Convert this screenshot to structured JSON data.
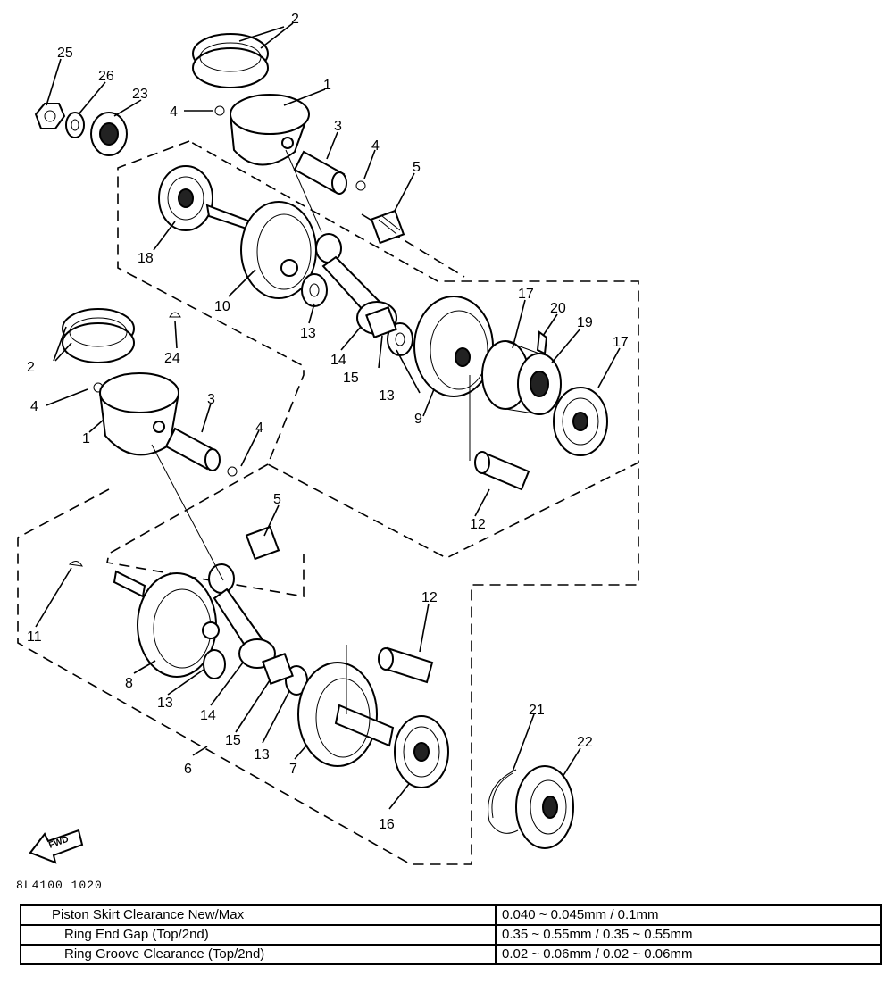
{
  "callouts": [
    {
      "id": "c2a",
      "text": "2"
    },
    {
      "id": "c25",
      "text": "25"
    },
    {
      "id": "c26",
      "text": "26"
    },
    {
      "id": "c23",
      "text": "23"
    },
    {
      "id": "c1a",
      "text": "1"
    },
    {
      "id": "c4a",
      "text": "4"
    },
    {
      "id": "c3a",
      "text": "3"
    },
    {
      "id": "c4b",
      "text": "4"
    },
    {
      "id": "c5a",
      "text": "5"
    },
    {
      "id": "c18",
      "text": "18"
    },
    {
      "id": "c10",
      "text": "10"
    },
    {
      "id": "c13a",
      "text": "13"
    },
    {
      "id": "c17a",
      "text": "17"
    },
    {
      "id": "c20",
      "text": "20"
    },
    {
      "id": "c19",
      "text": "19"
    },
    {
      "id": "c17b",
      "text": "17"
    },
    {
      "id": "c24",
      "text": "24"
    },
    {
      "id": "c14a",
      "text": "14"
    },
    {
      "id": "c15a",
      "text": "15"
    },
    {
      "id": "c13b",
      "text": "13"
    },
    {
      "id": "c9",
      "text": "9"
    },
    {
      "id": "c2b",
      "text": "2"
    },
    {
      "id": "c4c",
      "text": "4"
    },
    {
      "id": "c3b",
      "text": "3"
    },
    {
      "id": "c1b",
      "text": "1"
    },
    {
      "id": "c4d",
      "text": "4"
    },
    {
      "id": "c12a",
      "text": "12"
    },
    {
      "id": "c5b",
      "text": "5"
    },
    {
      "id": "c11",
      "text": "11"
    },
    {
      "id": "c12b",
      "text": "12"
    },
    {
      "id": "c8",
      "text": "8"
    },
    {
      "id": "c13c",
      "text": "13"
    },
    {
      "id": "c14b",
      "text": "14"
    },
    {
      "id": "c15b",
      "text": "15"
    },
    {
      "id": "c13d",
      "text": "13"
    },
    {
      "id": "c7",
      "text": "7"
    },
    {
      "id": "c6",
      "text": "6"
    },
    {
      "id": "c16",
      "text": "16"
    },
    {
      "id": "c21",
      "text": "21"
    },
    {
      "id": "c22",
      "text": "22"
    }
  ],
  "fwd_label": "FWD",
  "drawing_code": "8L4100 1020",
  "specs": [
    {
      "name": "Piston Skirt Clearance New/Max",
      "value": "0.040 ~ 0.045mm / 0.1mm"
    },
    {
      "name": "Ring End Gap (Top/2nd)",
      "value": "0.35 ~ 0.55mm / 0.35 ~ 0.55mm"
    },
    {
      "name": "Ring Groove Clearance (Top/2nd)",
      "value": "0.02 ~ 0.06mm / 0.02 ~ 0.06mm"
    }
  ]
}
